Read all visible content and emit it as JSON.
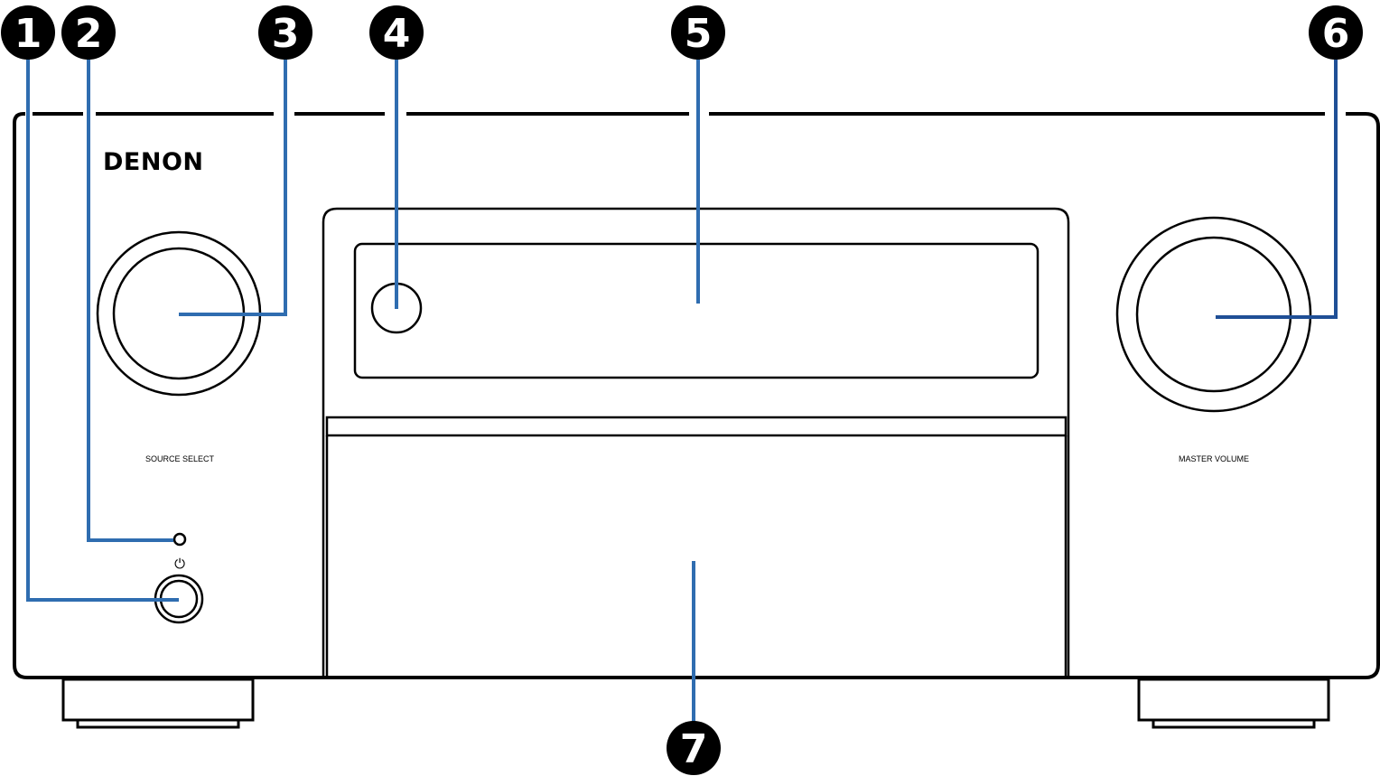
{
  "device": {
    "brand": "DENON",
    "source_knob_label": "SOURCE SELECT",
    "volume_knob_label": "MASTER VOLUME",
    "power_symbol": "⏻"
  },
  "callouts": [
    "1",
    "2",
    "3",
    "4",
    "5",
    "6",
    "7"
  ],
  "colors": {
    "outline": "#000000",
    "leader": "#2f6db0",
    "leader_dark": "#1f4f96",
    "callout_fill": "#000000"
  }
}
